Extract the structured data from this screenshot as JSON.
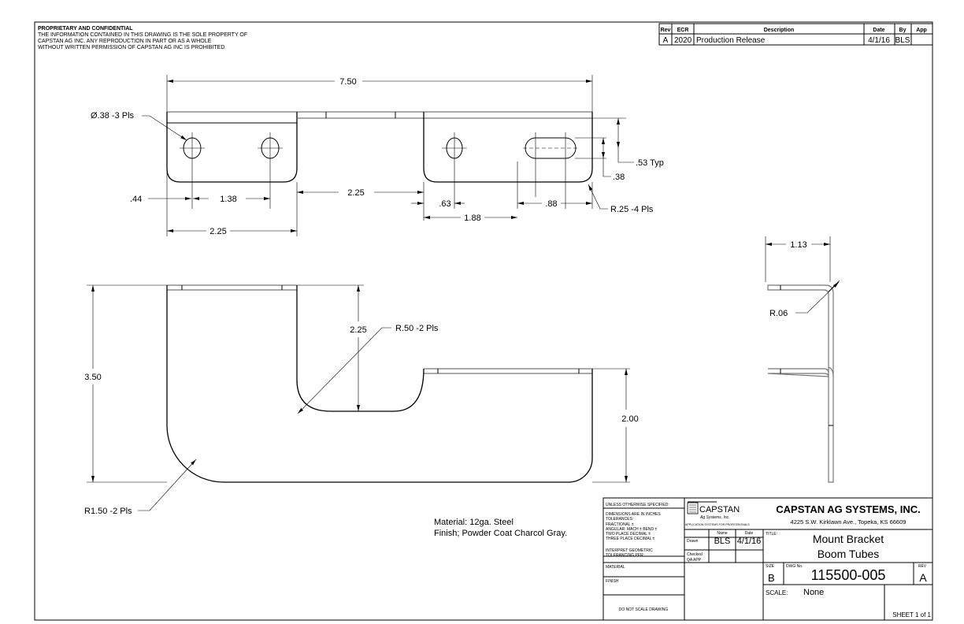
{
  "notice": {
    "heading": "PROPRIETARY AND CONFIDENTIAL",
    "lines": [
      "THE INFORMATION CONTAINED IN THIS DRAWING IS THE SOLE PROPERTY OF",
      "CAPSTAN AG INC. ANY REPRODUCTION IN PART OR AS A WHOLE",
      "WITHOUT WRITTEN PERMISSION OF CAPSTAN AG INC IS PROHIBITED"
    ]
  },
  "revision_table": {
    "headers": [
      "Rev",
      "ECR",
      "Description",
      "Date",
      "By",
      "App"
    ],
    "rows": [
      {
        "rev": "A",
        "ecr": "2020",
        "description": "Production Release",
        "date": "4/1/16",
        "by": "BLS",
        "app": ""
      }
    ]
  },
  "dimensions": {
    "overall_length": "7.50",
    "hole_dia": "Ø.38 -3 Pls",
    "typ_53": ".53 Typ",
    "d38": ".38",
    "d44": ".44",
    "d138": "1.38",
    "gap225": "2.25",
    "d63": ".63",
    "d88": ".88",
    "d188": "1.88",
    "flange225": "2.25",
    "r25": "R.25 -4 Pls",
    "height350": "3.50",
    "notch225": "2.25",
    "r50": "R.50 -2 Pls",
    "h200": "2.00",
    "r150": "R1.50 -2 Pls",
    "d113": "1.13",
    "r06": "R.06"
  },
  "notes": {
    "material": "Material: 12ga. Steel",
    "finish": "Finish; Powder Coat Charcol Gray."
  },
  "title_block": {
    "tolerances": {
      "unless": "UNLESS OTHERWISE SPECIFIED:",
      "dims": "DIMENSIONS ARE IN INCHES",
      "tol": "TOLERANCES:",
      "fractional": "FRACTIONAL ±",
      "angular": "ANGULAR: MACH ±    BEND ±",
      "two_place": "TWO PLACE DECIMAL    ±",
      "three_place": "THREE PLACE DECIMAL  ±",
      "interpret1": "INTERPRET GEOMETRIC",
      "interpret2": "TOLERANCING PER:",
      "material": "MATERIAL",
      "finish": "FINISH",
      "no_scale": "DO NOT SCALE DRAWING"
    },
    "logo": {
      "name": "CAPSTAN",
      "sub": "Ag Systems, Inc.",
      "tagline": "APPLICATION SYSTEMS FOR PROFESSIONALS"
    },
    "signoff": {
      "name_header": "Name",
      "date_header": "Date",
      "drawn_label": "Drawn",
      "drawn_name": "BLS",
      "drawn_date": "4/1/16",
      "checked_label": "Checked",
      "qa_label": "QA APP"
    },
    "company": "CAPSTAN AG SYSTEMS, INC.",
    "address": "4225 S.W. Kirklawn Ave., Topeka, KS 66609",
    "title_label": "TITLE:",
    "title_line1": "Mount Bracket",
    "title_line2": "Boom Tubes",
    "size_label": "SIZE",
    "size": "B",
    "dwg_label": "DWG No.",
    "dwg_no": "115500-005",
    "rev_label": "REV",
    "rev": "A",
    "scale_label": "SCALE:",
    "scale": "None",
    "sheet": "SHEET 1 of 1"
  }
}
